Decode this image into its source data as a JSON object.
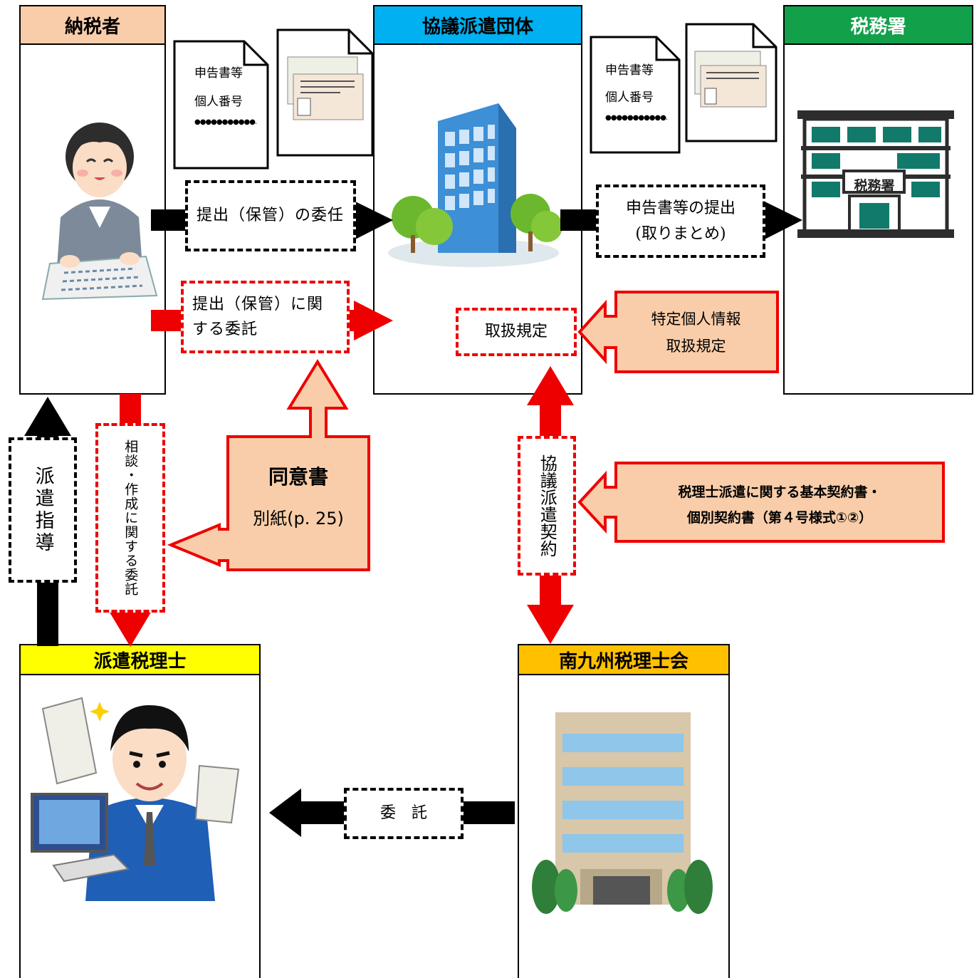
{
  "panels": {
    "taxpayer": "納税者",
    "dispatch_org": "協議派遣団体",
    "tax_office": "税務署",
    "dispatched_accountant": "派遣税理士",
    "association": "南九州税理士会"
  },
  "documents": {
    "line1": "申告書等",
    "line2": "個人番号",
    "line3": "●●●●●●●●●●●."
  },
  "boxes": {
    "delegation_submit": "提出（保管）の委任",
    "delegation_entrust": "提出（保管）に関する委託",
    "tax_return_submit_1": "申告書等の提出",
    "tax_return_submit_2": "(取りまとめ)",
    "handling_rules": "取扱規定",
    "dispatch_guidance": "派遣指導",
    "consult_entrust": "相談・作成に関する委託",
    "council_contract": "協議派遣契約",
    "entrust": "委　託"
  },
  "callouts": {
    "consent_title": "同意書",
    "consent_ref": "別紙(p. 25)",
    "personal_info_1": "特定個人情報",
    "personal_info_2": "取扱規定",
    "contract_1": "税理士派遣に関する基本契約書・",
    "contract_2": "個別契約書（第４号様式①②）"
  },
  "building_sign": "税務署",
  "colors": {
    "taxpayer_header": "#f9cda9",
    "dispatch_org_header": "#00b0f0",
    "tax_office_header": "#12a04b",
    "accountant_header": "#ffff00",
    "association_header": "#ffc000",
    "red": "#ee0000",
    "callout_fill": "#f9cda9"
  }
}
